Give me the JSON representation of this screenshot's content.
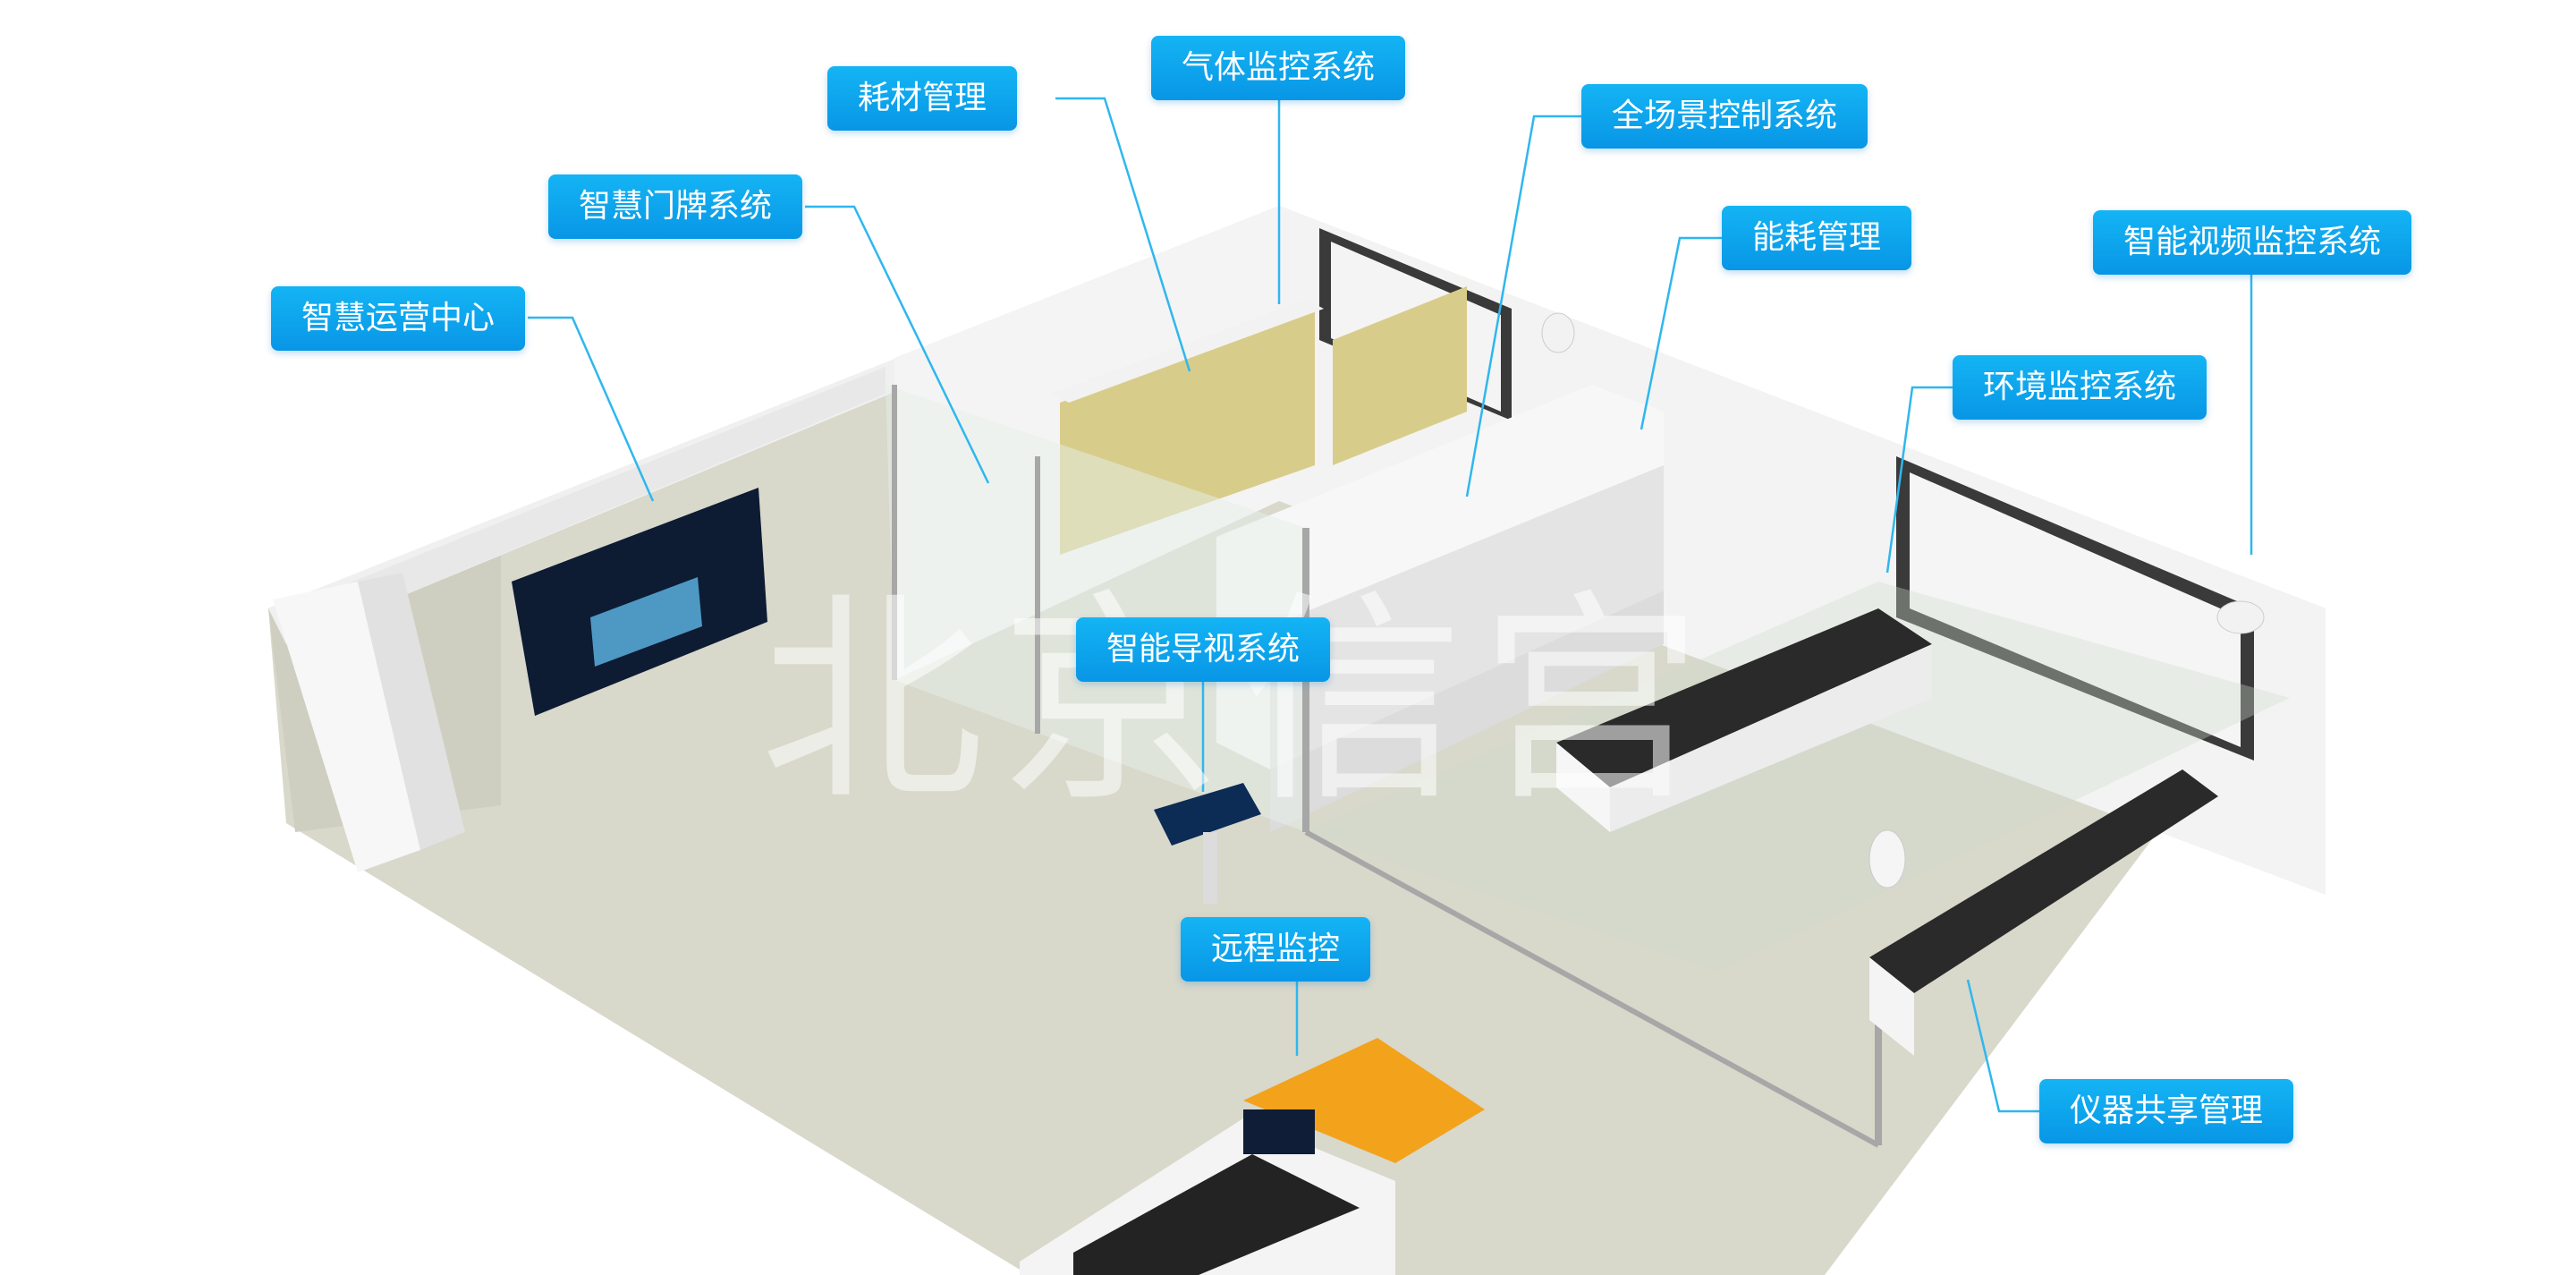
{
  "labels": {
    "operations_center": "智慧运营中心",
    "door_sign": "智慧门牌系统",
    "consumables": "耗材管理",
    "gas_monitor": "气体监控系统",
    "scene_control": "全场景控制系统",
    "energy": "能耗管理",
    "video_monitor": "智能视频监控系统",
    "environment": "环境监控系统",
    "guide_display": "智能导视系统",
    "remote_monitor": "远程监控",
    "instrument_sharing": "仪器共享管理"
  },
  "watermark": "北京信宫",
  "colors": {
    "callout": "#0a9fe8",
    "leader_line": "#2fb7ee",
    "floor": "#d9d9cc",
    "wall": "#f2f2f2",
    "cabinet_yellow": "#d8cc8a",
    "desk_orange": "#f3a21c",
    "bench_top": "#2a2a2a",
    "window_frame": "#3c3c3c"
  }
}
